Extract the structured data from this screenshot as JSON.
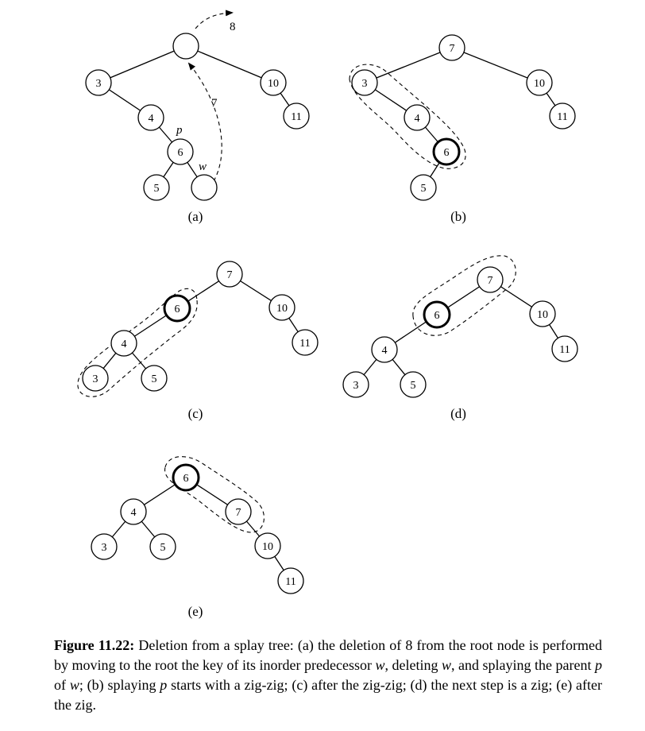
{
  "panels": {
    "a": {
      "label": "(a)",
      "nodes": [
        "",
        "3",
        "10",
        "4",
        "11",
        "6",
        "5",
        ""
      ],
      "annotations": {
        "arrow_top": "8",
        "arrow_side": "7",
        "p": "p",
        "w": "w"
      }
    },
    "b": {
      "label": "(b)",
      "nodes": [
        "7",
        "3",
        "10",
        "4",
        "11",
        "6",
        "5"
      ]
    },
    "c": {
      "label": "(c)",
      "nodes": [
        "7",
        "6",
        "10",
        "4",
        "11",
        "3",
        "5"
      ]
    },
    "d": {
      "label": "(d)",
      "nodes": [
        "7",
        "6",
        "10",
        "4",
        "11",
        "3",
        "5"
      ]
    },
    "e": {
      "label": "(e)",
      "nodes": [
        "6",
        "4",
        "7",
        "3",
        "5",
        "10",
        "11"
      ]
    }
  },
  "caption": {
    "label": "Figure 11.22:",
    "p1": " Deletion from a splay tree: (a) the deletion of 8 from the root node is performed by moving to the root the key of its inorder predecessor ",
    "w1": "w",
    "p2": ", deleting ",
    "w2": "w",
    "p3": ", and splaying the parent ",
    "p_var": "p",
    "p4": " of ",
    "w3": "w",
    "p5": "; (b) splaying ",
    "p_var2": "p",
    "p6": " starts with a zig-zig; (c) after the zig-zig; (d) the next step is a zig; (e) after the zig."
  }
}
